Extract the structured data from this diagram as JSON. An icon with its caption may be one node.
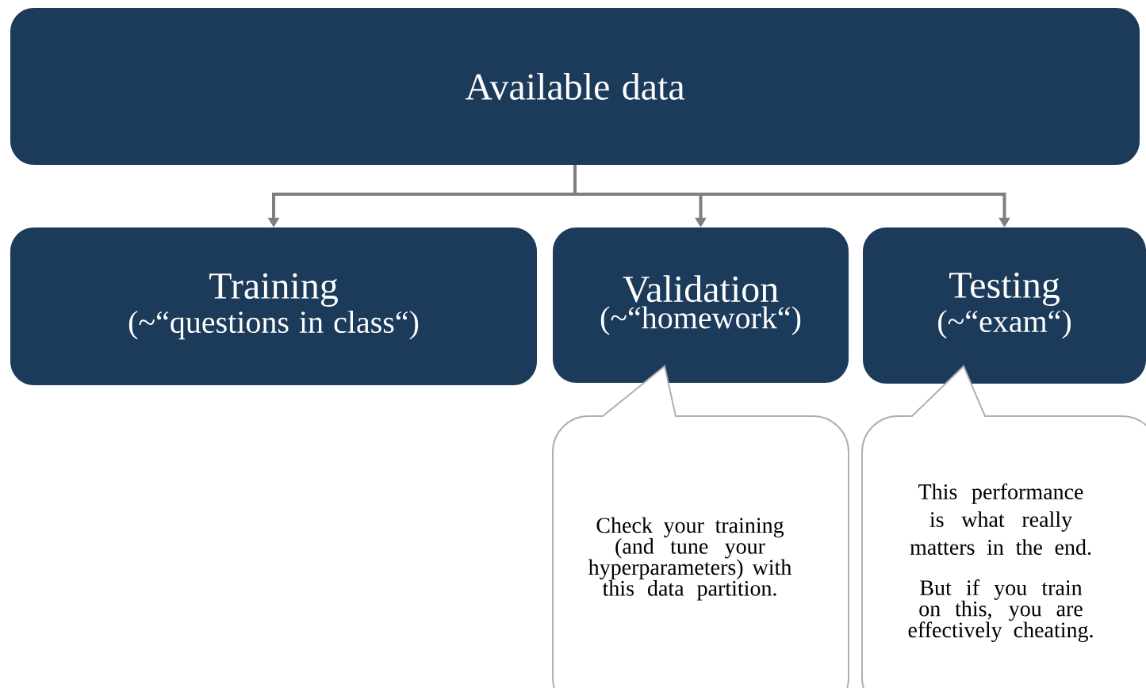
{
  "diagram": {
    "nodes": [
      {
        "text": [
          "Available data"
        ]
      },
      {
        "text": [
          "Training",
          "(~“questions in class“)"
        ]
      },
      {
        "text": [
          "Validation",
          "(~“homework“)"
        ]
      },
      {
        "text": [
          "Testing",
          "(~“exam“)"
        ]
      },
      {
        "text": [
          "Check your training (and tune your hyperparameters) with this data partition."
        ]
      },
      {
        "text": [
          "This performance is what really matters in the end.",
          "But if you train on this, you are effectively cheating."
        ]
      }
    ],
    "edges": [
      {
        "from": 0,
        "to": 1,
        "arrow": "to"
      },
      {
        "from": 0,
        "to": 2,
        "arrow": "to"
      },
      {
        "from": 0,
        "to": 3,
        "arrow": "to"
      }
    ]
  }
}
